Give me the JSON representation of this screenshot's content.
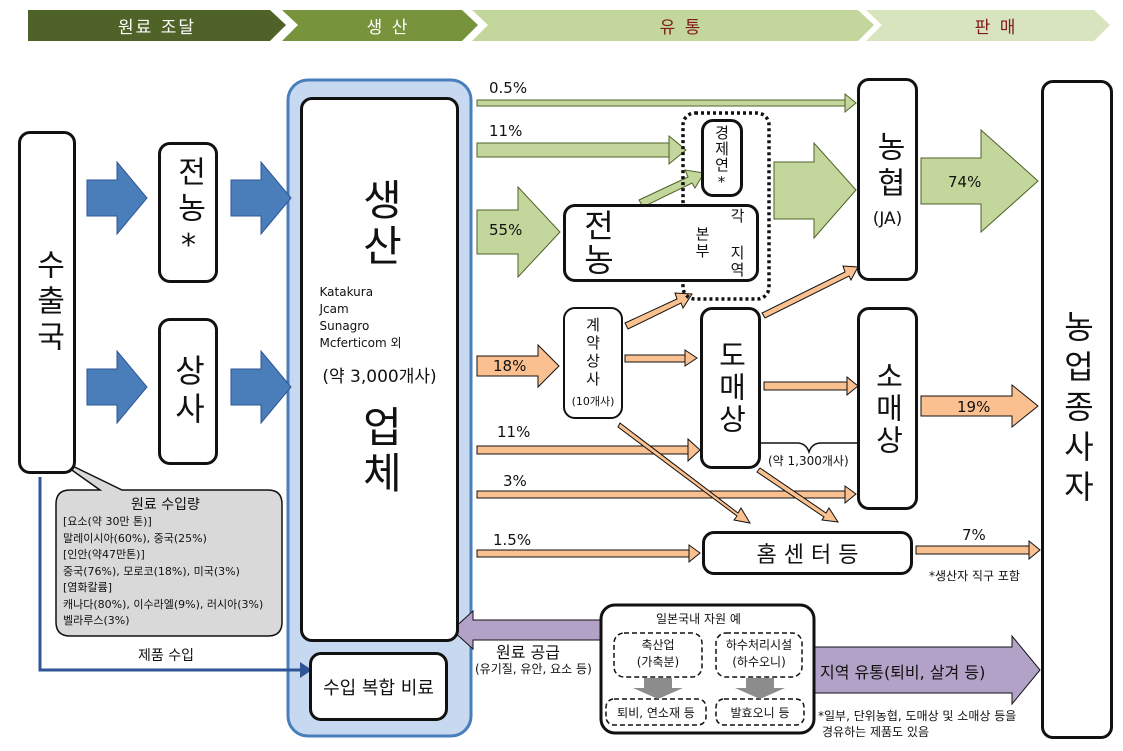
{
  "phases": [
    "원료 조달",
    "생 산",
    "유 통",
    "판 매"
  ],
  "nodes": {
    "export_country": "수출국",
    "zennoh_supply": "전농*",
    "trading_company": "상사",
    "producers_title_top": "생산",
    "producers_companies": [
      "Katakura",
      "Jcam",
      "Sunagro",
      "Mcferticom  외"
    ],
    "producers_count": "(약 3,000개사)",
    "producers_title_bottom": "업체",
    "import_fertilizer": "수입 복합 비료",
    "zennoh_dist": "전농",
    "zennoh_branch_a": "본부",
    "zennoh_branch_b": "각 지역",
    "keizairen": "경제연*",
    "contract_trader": "계약상사",
    "contract_trader_count": "(10개사)",
    "wholesaler": "도매상",
    "retailer": "소매상",
    "wholesale_retail_count": "(약 1,300개사)",
    "ja": "농협",
    "ja_sub": "(JA)",
    "home_center": "홈 센 터 등",
    "farmers": "농업종사자"
  },
  "percentages": {
    "p_05": "0.5%",
    "p_11a": "11%",
    "p_55": "55%",
    "p_18": "18%",
    "p_11b": "11%",
    "p_3": "3%",
    "p_15": "1.5%",
    "p_74": "74%",
    "p_19": "19%",
    "p_7": "7%"
  },
  "notes": {
    "direct_sales": "*생산자 직구 포함",
    "regional_note_1": "*일부, 단위농협, 도매상 및 소매상 등을",
    "regional_note_2": "경유하는 제품도 있음"
  },
  "import_volume": {
    "title": "원료 수입량",
    "lines": [
      "[요소(약 30만 톤)]",
      "말레이시아(60%), 중국(25%)",
      "[인안(약47만톤)]",
      "중국(76%), 모로코(18%), 미국(3%)",
      "[염화칼륨]",
      "캐나다(80%), 이수라엘(9%), 러시아(3%)",
      "벨라루스(3%)"
    ]
  },
  "product_import": "제품 수입",
  "raw_supply": {
    "label": "원료 공급",
    "sub": "(유기질, 유안, 요소 등)"
  },
  "domestic_resources": {
    "title": "일본국내 자원 예",
    "livestock": "축산업",
    "livestock_sub": "(가축분)",
    "sewage": "하수처리시설",
    "sewage_sub": "(하수오니)",
    "compost": "퇴비, 연소재 등",
    "fermented_sludge": "발효오니 등"
  },
  "regional_flow": "지역 유통(퇴비, 살겨 등)",
  "colors": {
    "phase_dark": "#4f6228",
    "phase_mid": "#77933c",
    "phase_light": "#c4d79b",
    "blue": "#4a7ebb",
    "green_fill": "#c3d69b",
    "orange_fill": "#fac090",
    "lavender_fill": "#b3a2c7",
    "producer_bg": "#c6d9f1"
  }
}
